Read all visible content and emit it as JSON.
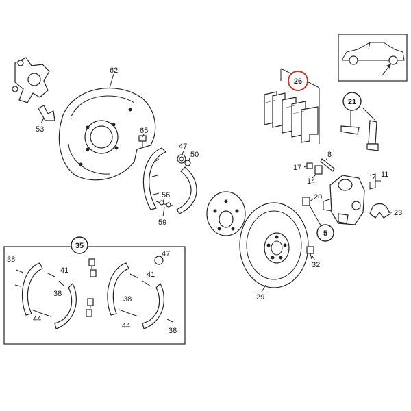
{
  "labels": {
    "knuckle": "53",
    "backing_plate": "62",
    "bolt_65": "65",
    "nut_47_top": "47",
    "cap_50": "50",
    "adjuster_56": "56",
    "clip_59": "59",
    "pad_set": "26",
    "sensor_group": "21",
    "pin_8": "8",
    "bleeder_17": "17",
    "cap_14": "14",
    "spring_11": "11",
    "bolt_20": "20",
    "caliper_group": "5",
    "caliper_23": "23",
    "bolt_32": "32",
    "disc": "29",
    "shoe_kit": "35",
    "spring_38_a": "38",
    "spring_41_a": "41",
    "spring_38_b": "38",
    "pin_44_a": "44",
    "nut_47_kit": "47",
    "spring_41_b": "41",
    "spring_38_c": "38",
    "pin_44_b": "44",
    "spring_38_d": "38"
  },
  "highlight_color": "#c0392b"
}
